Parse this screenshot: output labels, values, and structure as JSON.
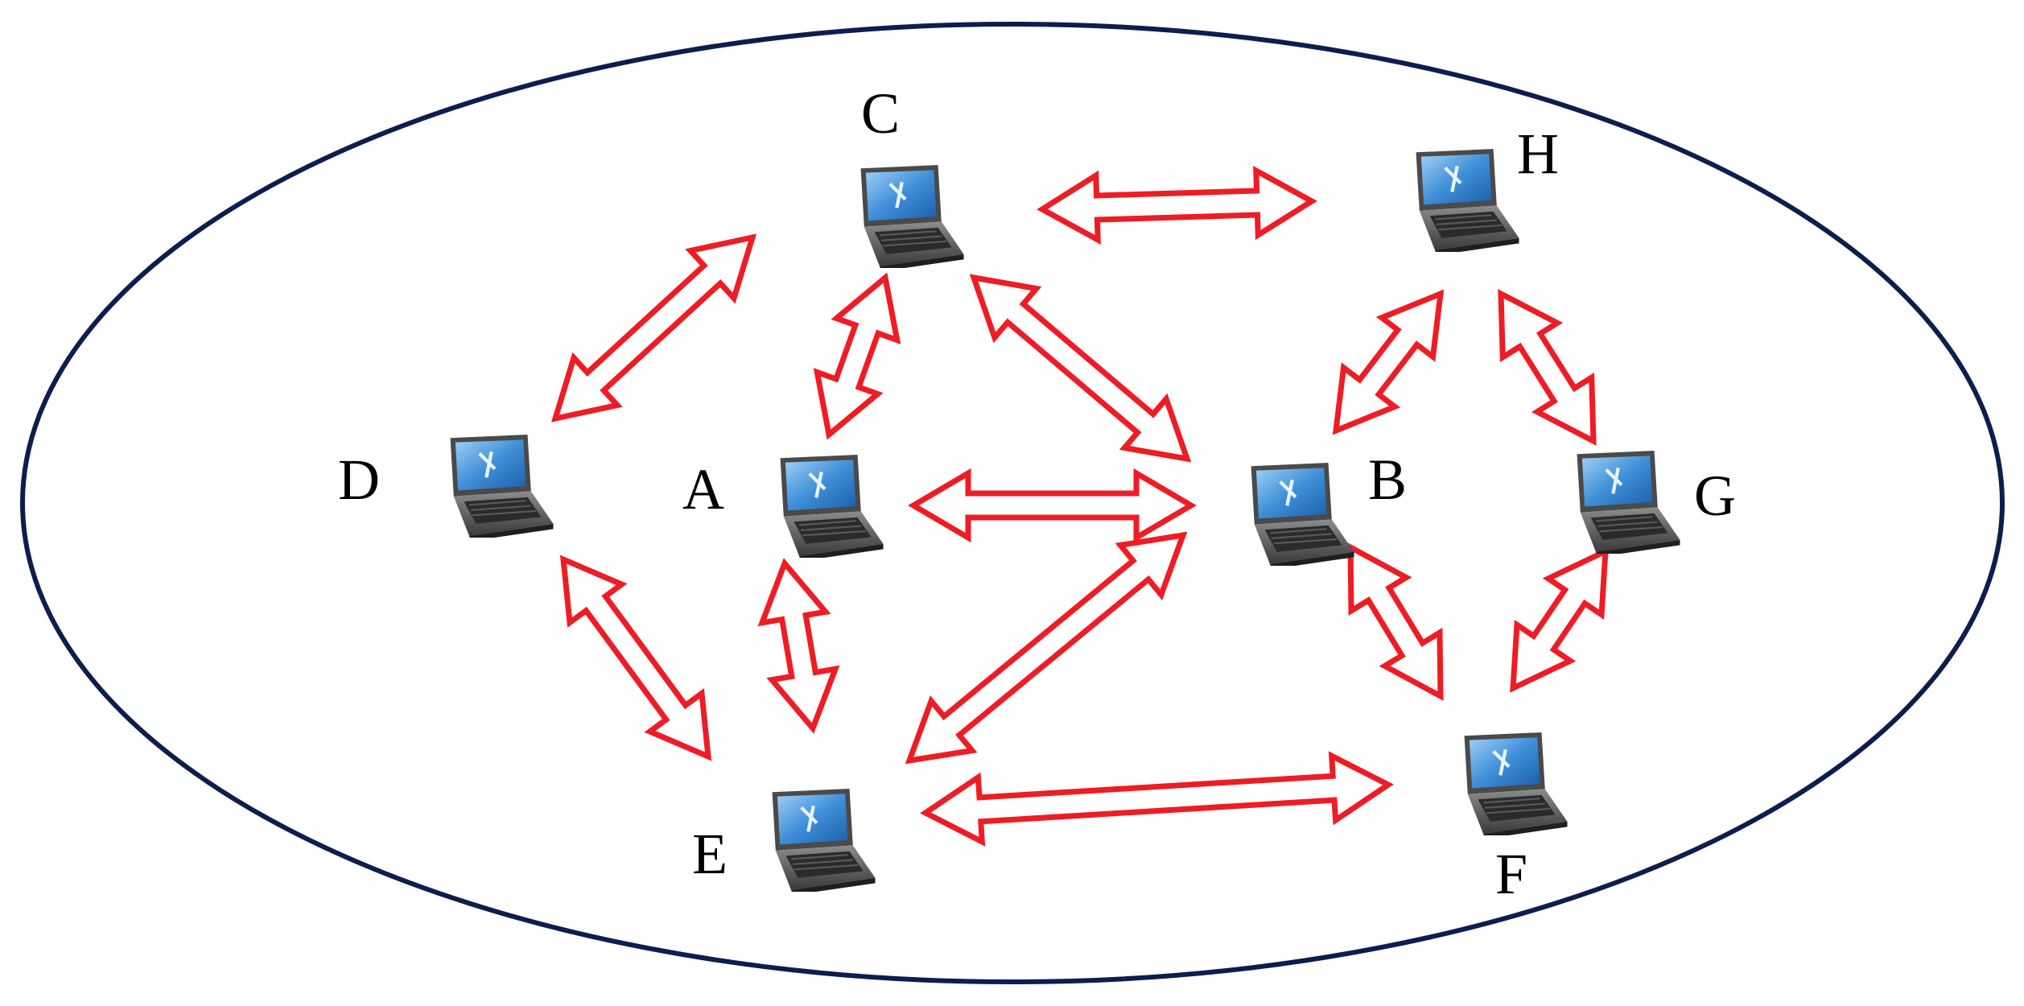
{
  "diagram": {
    "type": "network",
    "boundary": {
      "shape": "ellipse",
      "stroke_color": "#0d1d4f"
    },
    "nodes": [
      {
        "id": "A",
        "label": "A",
        "icon": "laptop-icon"
      },
      {
        "id": "B",
        "label": "B",
        "icon": "laptop-icon"
      },
      {
        "id": "C",
        "label": "C",
        "icon": "laptop-icon"
      },
      {
        "id": "D",
        "label": "D",
        "icon": "laptop-icon"
      },
      {
        "id": "E",
        "label": "E",
        "icon": "laptop-icon"
      },
      {
        "id": "F",
        "label": "F",
        "icon": "laptop-icon"
      },
      {
        "id": "G",
        "label": "G",
        "icon": "laptop-icon"
      },
      {
        "id": "H",
        "label": "H",
        "icon": "laptop-icon"
      }
    ],
    "links": [
      {
        "from": "D",
        "to": "C",
        "direction": "bidirectional"
      },
      {
        "from": "C",
        "to": "A",
        "direction": "bidirectional"
      },
      {
        "from": "C",
        "to": "H",
        "direction": "bidirectional"
      },
      {
        "from": "C",
        "to": "B",
        "direction": "bidirectional"
      },
      {
        "from": "A",
        "to": "B",
        "direction": "bidirectional"
      },
      {
        "from": "D",
        "to": "E",
        "direction": "bidirectional"
      },
      {
        "from": "A",
        "to": "E",
        "direction": "bidirectional"
      },
      {
        "from": "B",
        "to": "E",
        "direction": "bidirectional"
      },
      {
        "from": "E",
        "to": "F",
        "direction": "bidirectional"
      },
      {
        "from": "H",
        "to": "B",
        "direction": "bidirectional"
      },
      {
        "from": "H",
        "to": "G",
        "direction": "bidirectional"
      },
      {
        "from": "B",
        "to": "F",
        "direction": "bidirectional"
      },
      {
        "from": "G",
        "to": "F",
        "direction": "bidirectional"
      }
    ],
    "colors": {
      "arrow_stroke": "#ee1c24",
      "arrow_fill": "#ffffff",
      "label": "#000000"
    }
  }
}
